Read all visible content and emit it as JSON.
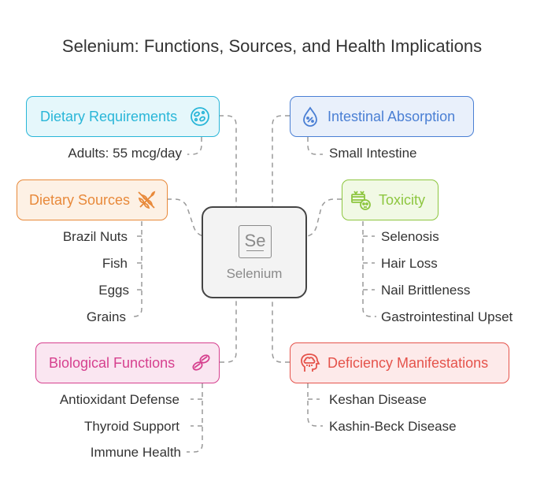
{
  "title": "Selenium: Functions, Sources, and Health Implications",
  "center": {
    "symbol": "Se",
    "label": "Selenium"
  },
  "branches": {
    "dietary_requirements": {
      "label": "Dietary Requirements",
      "color": "#29b6d8",
      "fill": "#e5f7fb",
      "icon": "bacteria-icon",
      "items": [
        "Adults: 55 mcg/day"
      ]
    },
    "dietary_sources": {
      "label": "Dietary Sources",
      "color": "#e8893a",
      "fill": "#fdf1e5",
      "icon": "no-wheat-icon",
      "items": [
        "Brazil Nuts",
        "Fish",
        "Eggs",
        "Grains"
      ]
    },
    "biological_functions": {
      "label": "Biological Functions",
      "color": "#d6408e",
      "fill": "#fae6f1",
      "icon": "pills-icon",
      "items": [
        "Antioxidant Defense",
        "Thyroid Support",
        "Immune Health"
      ]
    },
    "intestinal_absorption": {
      "label": "Intestinal Absorption",
      "color": "#4a7fd4",
      "fill": "#e9f0fb",
      "icon": "percent-drop-icon",
      "items": [
        "Small Intestine"
      ]
    },
    "toxicity": {
      "label": "Toxicity",
      "color": "#8dc63f",
      "fill": "#f1f9e5",
      "icon": "toxic-icon",
      "items": [
        "Selenosis",
        "Hair Loss",
        "Nail Brittleness",
        "Gastrointestinal Upset"
      ]
    },
    "deficiency_manifestations": {
      "label": "Deficiency Manifestations",
      "color": "#e5534b",
      "fill": "#fdeaea",
      "icon": "head-rain-icon",
      "items": [
        "Keshan Disease",
        "Kashin-Beck Disease"
      ]
    }
  }
}
